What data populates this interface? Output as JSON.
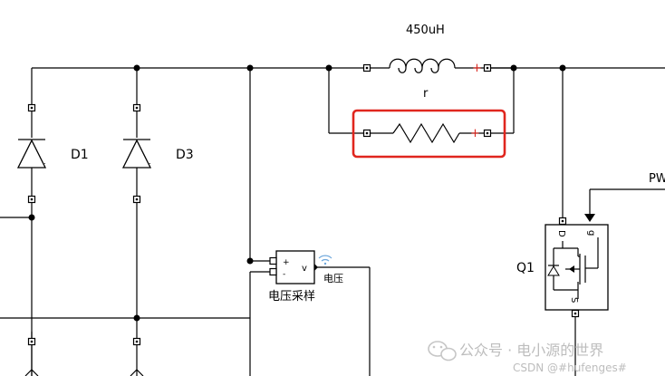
{
  "diagram": {
    "labels": {
      "inductor_value": "450uH",
      "resistor_name": "r",
      "diode_1": "D1",
      "diode_3": "D3",
      "mosfet": "Q1",
      "pwm_tag": "PW",
      "voltage_sensor_name": "电压采样",
      "voltage_signal": "电压",
      "sensor_plus": "+",
      "sensor_minus": "-",
      "sensor_out": "v",
      "mosfet_drain": "D",
      "mosfet_gate": "g",
      "mosfet_source": "S",
      "polarity_mark": "+"
    },
    "watermark": {
      "account": "公众号 · 电小源的世界",
      "csdn": "CSDN @#hufenges#"
    },
    "colors": {
      "highlight": "#e0261e",
      "polarity": "#d9241c",
      "wire": "#000000",
      "watermark": "#bdbdbd"
    }
  }
}
